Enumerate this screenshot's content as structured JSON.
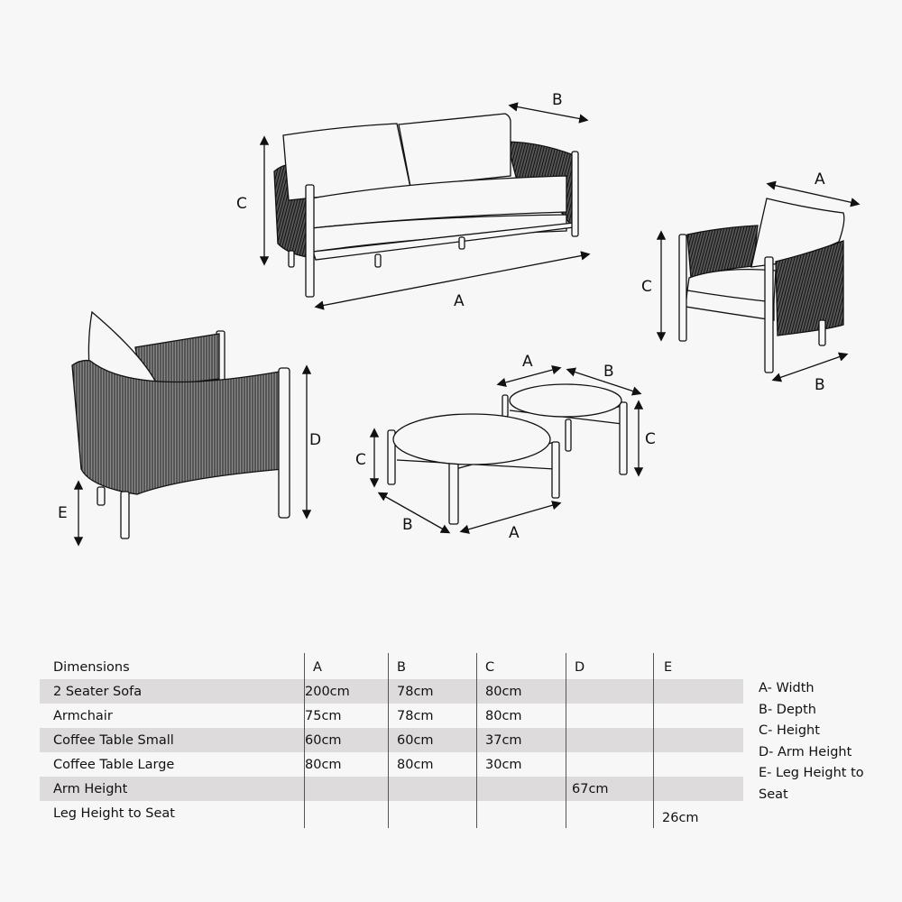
{
  "diagram": {
    "sofa": {
      "labels": {
        "A": "A",
        "B": "B",
        "C": "C"
      }
    },
    "armchair_front": {
      "labels": {
        "A": "A",
        "B": "B",
        "C": "C"
      }
    },
    "armchair_back": {
      "labels": {
        "D": "D",
        "E": "E"
      }
    },
    "coffee_tables": {
      "large": {
        "A": "A",
        "B": "B",
        "C": "C"
      },
      "small": {
        "A": "A",
        "B": "B",
        "C": "C"
      }
    }
  },
  "table": {
    "headers": [
      "Dimensions",
      "A",
      "B",
      "C",
      "D",
      "E"
    ],
    "rows": [
      {
        "name": "2 Seater Sofa",
        "A": "200cm",
        "B": "78cm",
        "C": "80cm",
        "D": "",
        "E": ""
      },
      {
        "name": "Armchair",
        "A": "75cm",
        "B": "78cm",
        "C": "80cm",
        "D": "",
        "E": ""
      },
      {
        "name": "Coffee Table Small",
        "A": "60cm",
        "B": "60cm",
        "C": "37cm",
        "D": "",
        "E": ""
      },
      {
        "name": "Coffee Table Large",
        "A": "80cm",
        "B": "80cm",
        "C": "30cm",
        "D": "",
        "E": ""
      },
      {
        "name": "Arm Height",
        "A": "",
        "B": "",
        "C": "",
        "D": "67cm",
        "E": ""
      },
      {
        "name": "Leg Height to Seat",
        "A": "",
        "B": "",
        "C": "",
        "D": "",
        "E": "26cm"
      }
    ]
  },
  "legend": {
    "items": [
      "A- Width",
      "B- Depth",
      "C- Height",
      "D- Arm Height",
      "E- Leg Height to",
      "Seat"
    ]
  },
  "colors": {
    "background": "#f7f7f7",
    "row_shade": "#dddbdc",
    "line": "#111111",
    "weave": "#3a3a3a"
  }
}
